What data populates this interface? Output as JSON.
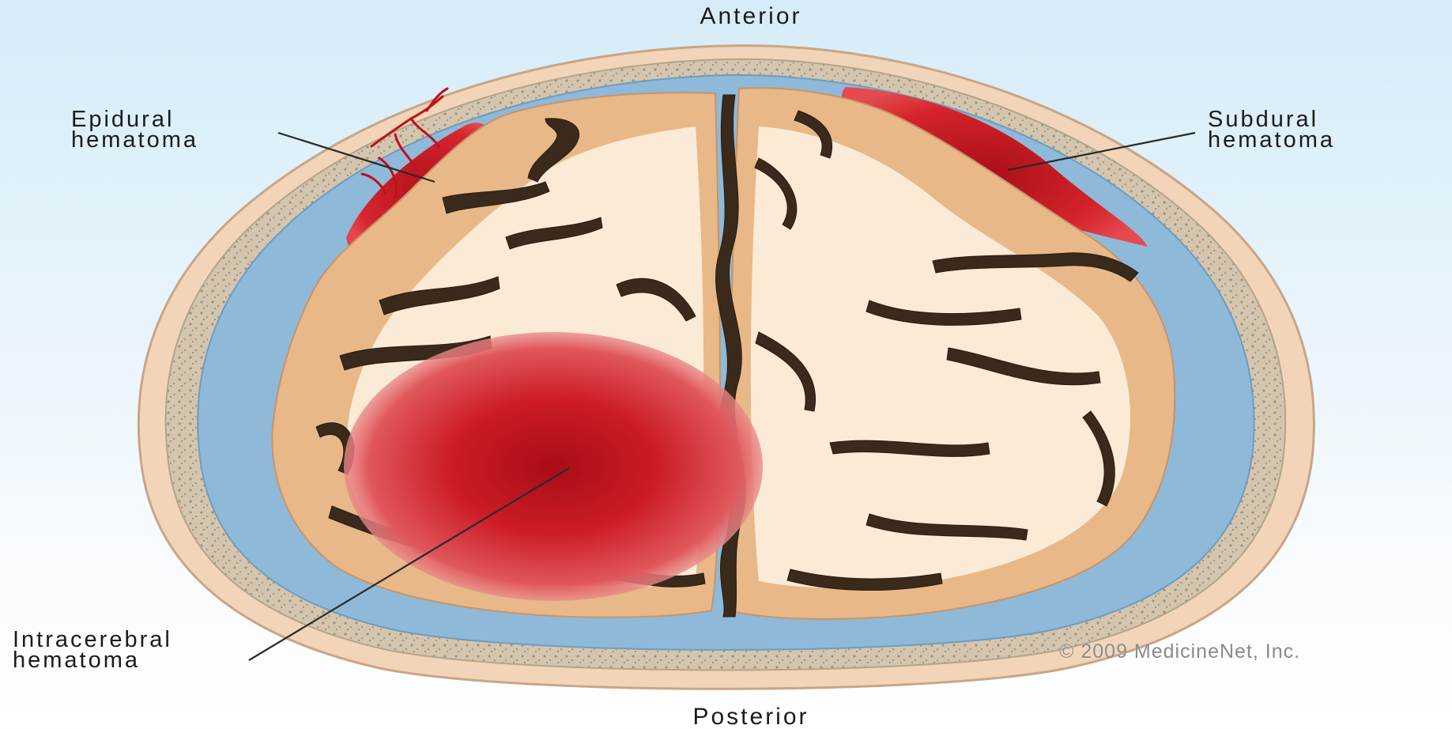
{
  "orientation": {
    "top": "Anterior",
    "bottom": "Posterior"
  },
  "labels": {
    "epidural": {
      "line1": "Epidural",
      "line2": "hematoma"
    },
    "subdural": {
      "line1": "Subdural",
      "line2": "hematoma"
    },
    "intracerebral": {
      "line1": "Intracerebral",
      "line2": "hematoma"
    }
  },
  "copyright": "© 2009 MedicineNet, Inc.",
  "colors": {
    "background_top": "#d6ecf8",
    "scalp": "#f2d5b8",
    "skull": "#cdbfa8",
    "csf": "#8fb9d8",
    "gray_matter": "#e8b888",
    "white_matter": "#fbebd6",
    "sulci": "#3a2a1c",
    "hematoma": "#c8141e"
  }
}
